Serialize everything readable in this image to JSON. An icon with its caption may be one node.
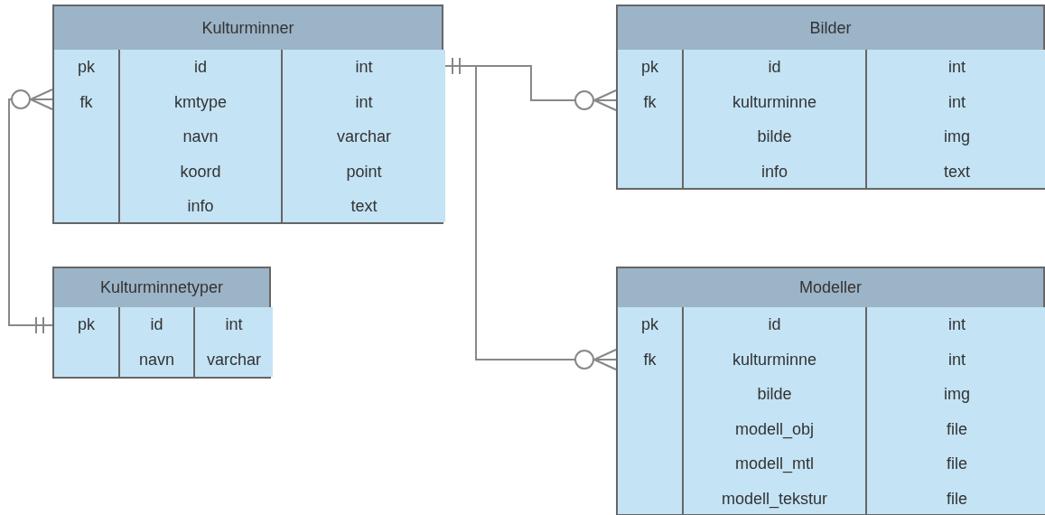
{
  "diagram": {
    "nodes": [
      {
        "text": [
          "Kulturminner"
        ]
      },
      {
        "text": [
          "pk",
          "fk"
        ],
        "in": 0
      },
      {
        "text": [
          "id",
          "kmtype",
          "navn",
          "koord",
          "info"
        ],
        "in": 0
      },
      {
        "text": [
          "int",
          "int",
          "varchar",
          "point",
          "text"
        ],
        "in": 0
      },
      {
        "text": [
          "Bilder"
        ]
      },
      {
        "text": [
          "pk",
          "fk"
        ],
        "in": 4
      },
      {
        "text": [
          "id",
          "kulturminne",
          "bilde",
          "info"
        ],
        "in": 4
      },
      {
        "text": [
          "int",
          "int",
          "img",
          "text"
        ],
        "in": 4
      },
      {
        "text": [
          "Kulturminnetyper"
        ]
      },
      {
        "text": [
          "pk"
        ],
        "in": 8
      },
      {
        "text": [
          "id",
          "navn"
        ],
        "in": 8
      },
      {
        "text": [
          "int",
          "varchar"
        ],
        "in": 8
      },
      {
        "text": [
          "Modeller"
        ]
      },
      {
        "text": [
          "pk",
          "fk"
        ],
        "in": 12
      },
      {
        "text": [
          "id",
          "kulturminne",
          "bilde",
          "modell_obj",
          "modell_mtl",
          "modell_tekstur"
        ],
        "in": 12
      },
      {
        "text": [
          "int",
          "int",
          "img",
          "file",
          "file",
          "file"
        ],
        "in": 12
      }
    ],
    "edges": [
      {
        "from": 8,
        "to": 0,
        "arrow": "other"
      },
      {
        "from": 0,
        "to": 4,
        "arrow": "other"
      },
      {
        "from": 0,
        "to": 12,
        "arrow": "other"
      }
    ]
  }
}
